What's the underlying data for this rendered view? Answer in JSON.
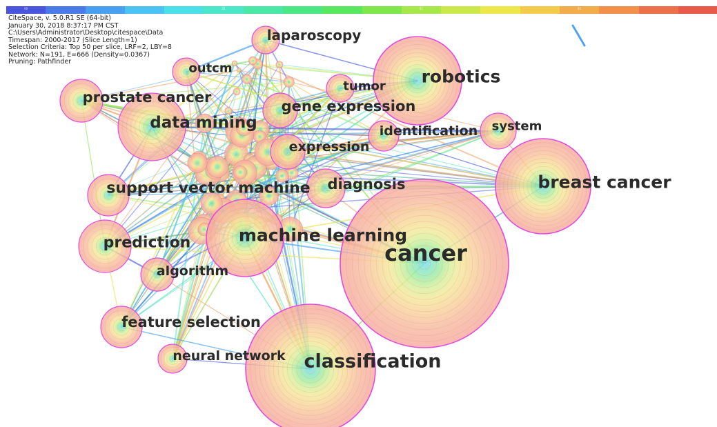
{
  "header": {
    "timeline_colors": [
      "#4a55dd",
      "#4a7ae8",
      "#4aa0f0",
      "#4ac2f2",
      "#4ae0e8",
      "#4ae8c8",
      "#4ae8a6",
      "#4ae884",
      "#58e860",
      "#7ee84a",
      "#a6e84a",
      "#cde84a",
      "#ede84a",
      "#f2cc4a",
      "#f2ad4a",
      "#f28f4a",
      "#ee704a",
      "#ea5a4a"
    ],
    "timeline_labels": [
      "00",
      "",
      "",
      "",
      "",
      "01",
      "",
      "",
      "",
      "",
      "01",
      "",
      "",
      "",
      "01",
      "",
      "",
      ""
    ],
    "meta_lines": [
      "CiteSpace, v. 5.0.R1 SE (64-bit)",
      "January 30, 2018 8:37:17 PM CST",
      "C:\\Users\\Administrator\\Desktop\\citespace\\Data",
      "Timespan: 2000-2017 (Slice Length=1)",
      "Selection Criteria: Top 50 per slice, LRF=2, LBY=8",
      "Network: N=191, E=666 (Density=0.0367)",
      "Pruning: Pathfinder"
    ]
  },
  "network": {
    "ring_colors": [
      "#f6a9a0",
      "#f7bca0",
      "#f8d39b",
      "#f3e89a",
      "#d6f09c",
      "#a8ec9f",
      "#86e8c3",
      "#7fd8ec"
    ],
    "edge_colors": [
      "#5466e0",
      "#4fa4ee",
      "#57e0c6",
      "#8ee85a",
      "#e9e35a",
      "#f09a5a"
    ],
    "nodes": [
      {
        "id": "cancer",
        "label": "cancer",
        "size": 32
      },
      {
        "id": "classification",
        "label": "classification",
        "size": 27
      },
      {
        "id": "robotics",
        "label": "robotics",
        "size": 25
      },
      {
        "id": "breast-cancer",
        "label": "breast cancer",
        "size": 25
      },
      {
        "id": "machine-learning",
        "label": "machine learning",
        "size": 25
      },
      {
        "id": "data-mining",
        "label": "data mining",
        "size": 23
      },
      {
        "id": "support-vector-machine",
        "label": "support vector machine",
        "size": 22
      },
      {
        "id": "prediction",
        "label": "prediction",
        "size": 22
      },
      {
        "id": "prostate-cancer",
        "label": "prostate cancer",
        "size": 21
      },
      {
        "id": "feature-selection",
        "label": "feature selection",
        "size": 21
      },
      {
        "id": "diagnosis",
        "label": "diagnosis",
        "size": 21
      },
      {
        "id": "gene-expression",
        "label": "gene expression",
        "size": 21
      },
      {
        "id": "laparoscopy",
        "label": "laparoscopy",
        "size": 20
      },
      {
        "id": "neural-network",
        "label": "neural network",
        "size": 19
      },
      {
        "id": "algorithm",
        "label": "algorithm",
        "size": 19
      },
      {
        "id": "identification",
        "label": "identification",
        "size": 19
      },
      {
        "id": "expression",
        "label": "expression",
        "size": 19
      },
      {
        "id": "system",
        "label": "system",
        "size": 18
      },
      {
        "id": "tumor",
        "label": "tumor",
        "size": 18
      },
      {
        "id": "outcm",
        "label": "outcm",
        "size": 18
      }
    ]
  }
}
